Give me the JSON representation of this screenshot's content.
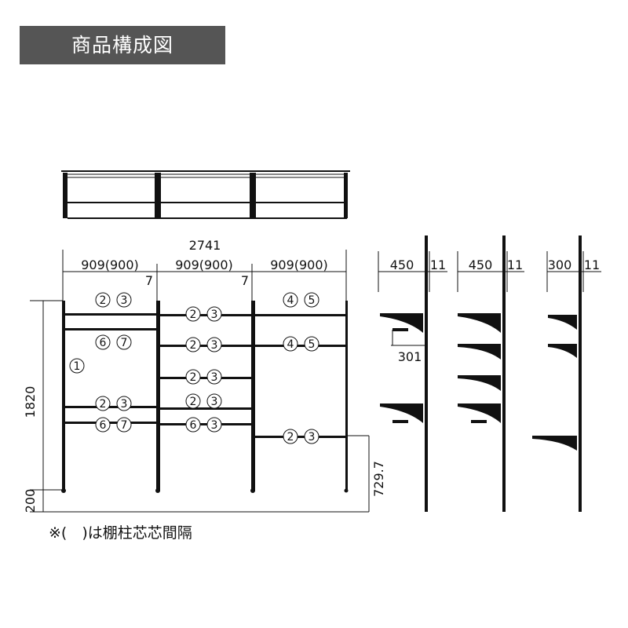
{
  "title": "商品構成図",
  "footnote": "※(　)は棚柱芯芯間隔",
  "front_view": {
    "overall_width": "2741",
    "bay_widths": [
      "909(900)",
      "909(900)",
      "909(900)"
    ],
    "gap_labels": [
      "7",
      "7"
    ],
    "height_label": "1820",
    "base_label": "200",
    "shelf_height_label": "729.7"
  },
  "side_views": [
    {
      "depth": "450",
      "thickness": "11",
      "extra": "301"
    },
    {
      "depth": "450",
      "thickness": "11"
    },
    {
      "depth": "300",
      "thickness": "11"
    }
  ],
  "part_labels": {
    "bay1": [
      [
        "2",
        "3"
      ],
      [
        "6",
        "7"
      ],
      [
        "1"
      ],
      [
        "2",
        "3"
      ],
      [
        "6",
        "7"
      ]
    ],
    "bay2": [
      [
        "2",
        "3"
      ],
      [
        "2",
        "3"
      ],
      [
        "2",
        "3"
      ],
      [
        "2",
        "3"
      ],
      [
        "6",
        "3"
      ]
    ],
    "bay3": [
      [
        "4",
        "5"
      ],
      [
        "4",
        "5"
      ],
      [
        "2",
        "3"
      ]
    ]
  },
  "colors": {
    "title_bg": "#555555",
    "line": "#111111"
  }
}
